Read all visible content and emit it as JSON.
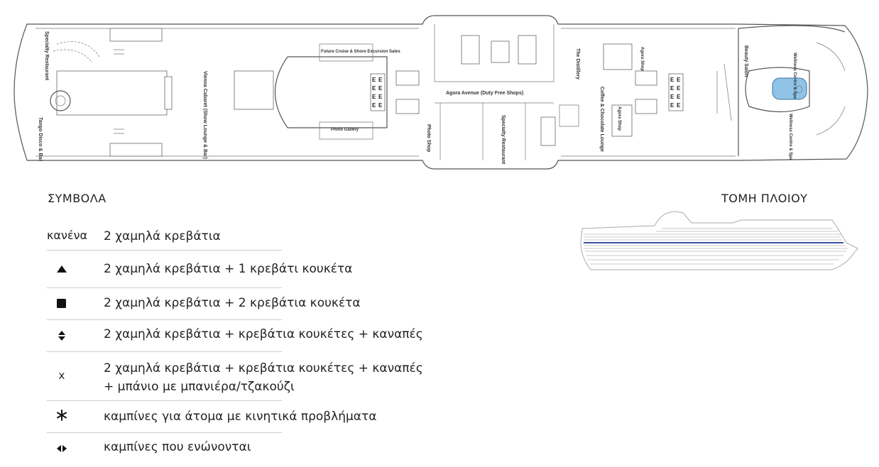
{
  "deck_plan": {
    "labels": {
      "specialty_restaurant_aft": "Specialty Restaurant",
      "tango_disco": "Tango Disco & Bar",
      "vienna_cabaret": "Vienna Cabaret (Show Lounge & Bar)",
      "future_cruise": "Future Cruise & Shore Excursion Sales",
      "photo_gallery": "Photo Gallery",
      "agora_avenue": "Agora Avenue (Duty Free Shops)",
      "photo_shop": "Photo Shop",
      "specialty_restaurant_mid": "Specialty Restaurant",
      "the_distillery": "The Distillery",
      "coffee_lounge": "Coffee & Chocolate Lounge",
      "agora_shop_top": "Agora Shop",
      "agora_shop_bottom": "Agora Shop",
      "beauty_salon": "Beauty Salon",
      "wellness_top": "Wellness Centre & Spa",
      "wellness_bottom": "Wellness Centre & Spa",
      "elevator": "E"
    },
    "colors": {
      "pool": "#8fc4e8",
      "wall": "#555555"
    }
  },
  "legend": {
    "title": "ΣΥΜΒΟΛΑ",
    "rows": [
      {
        "symbol": "κανένα",
        "icon": "none",
        "text": "2 χαμηλά κρεβάτια",
        "text2": ""
      },
      {
        "symbol": "",
        "icon": "triangle-up-icon",
        "text": "2 χαμηλά κρεβάτια + 1 κρεβάτι κουκέτα",
        "text2": ""
      },
      {
        "symbol": "",
        "icon": "square-icon",
        "text": "2 χαμηλά κρεβάτια + 2 κρεβάτια κουκέτα",
        "text2": ""
      },
      {
        "symbol": "",
        "icon": "up-down-arrows-icon",
        "text": "2 χαμηλά κρεβάτια + κρεβάτια κουκέτες + καναπές",
        "text2": ""
      },
      {
        "symbol": "x",
        "icon": "x-letter",
        "text": "2 χαμηλά κρεβάτια + κρεβάτια κουκέτες + καναπές",
        "text2": "+ μπάνιο με μπανιέρα/τζακούζι"
      },
      {
        "symbol": "",
        "icon": "snowflake-icon",
        "text": "καμπίνες για άτομα με κινητικά προβλήματα",
        "text2": ""
      },
      {
        "symbol": "",
        "icon": "left-right-arrows-icon",
        "text": "καμπίνες που ενώνονται",
        "text2": ""
      }
    ]
  },
  "ship_section": {
    "title": "ΤΟΜΗ ΠΛΟΙΟΥ",
    "highlight_color": "#3d4fa0"
  }
}
